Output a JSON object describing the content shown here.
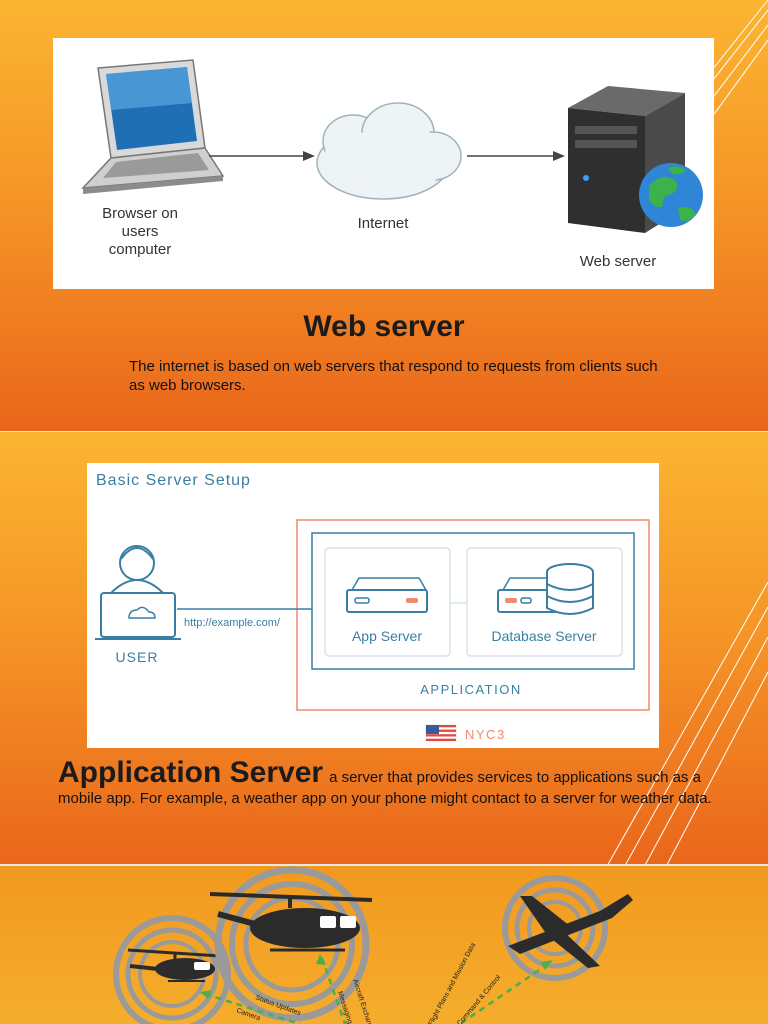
{
  "slide1": {
    "diagram": {
      "browser_label_lines": [
        "Browser on",
        "users",
        "computer"
      ],
      "internet_label": "Internet",
      "server_label": "Web server"
    },
    "title": "Web server",
    "body": "The internet is based on web servers that respond to requests from clients such as web browsers."
  },
  "slide2": {
    "diagram": {
      "title": "Basic Server Setup",
      "user_label": "USER",
      "url_label": "http://example.com/",
      "app_server_label": "App Server",
      "database_server_label": "Database Server",
      "application_label": "APPLICATION",
      "region_label": "NYC3"
    },
    "heading": "Application Server",
    "body": "a server that provides services to applications such as a mobile app. For example, a weather app on your phone might contact to a server for weather data."
  },
  "slide3": {
    "labels": [
      "Status Updates",
      "Camera",
      "Aircraft Exchange",
      "Messaging",
      "Flight Plans and Mission Data",
      "Command & Control"
    ]
  },
  "colors": {
    "orange_top": "#fbb531",
    "orange_bottom": "#ea661b",
    "diagram_blue": "#3a7fa3",
    "diagram_red": "#f08a6c",
    "arrow_green": "#4cae4c"
  }
}
